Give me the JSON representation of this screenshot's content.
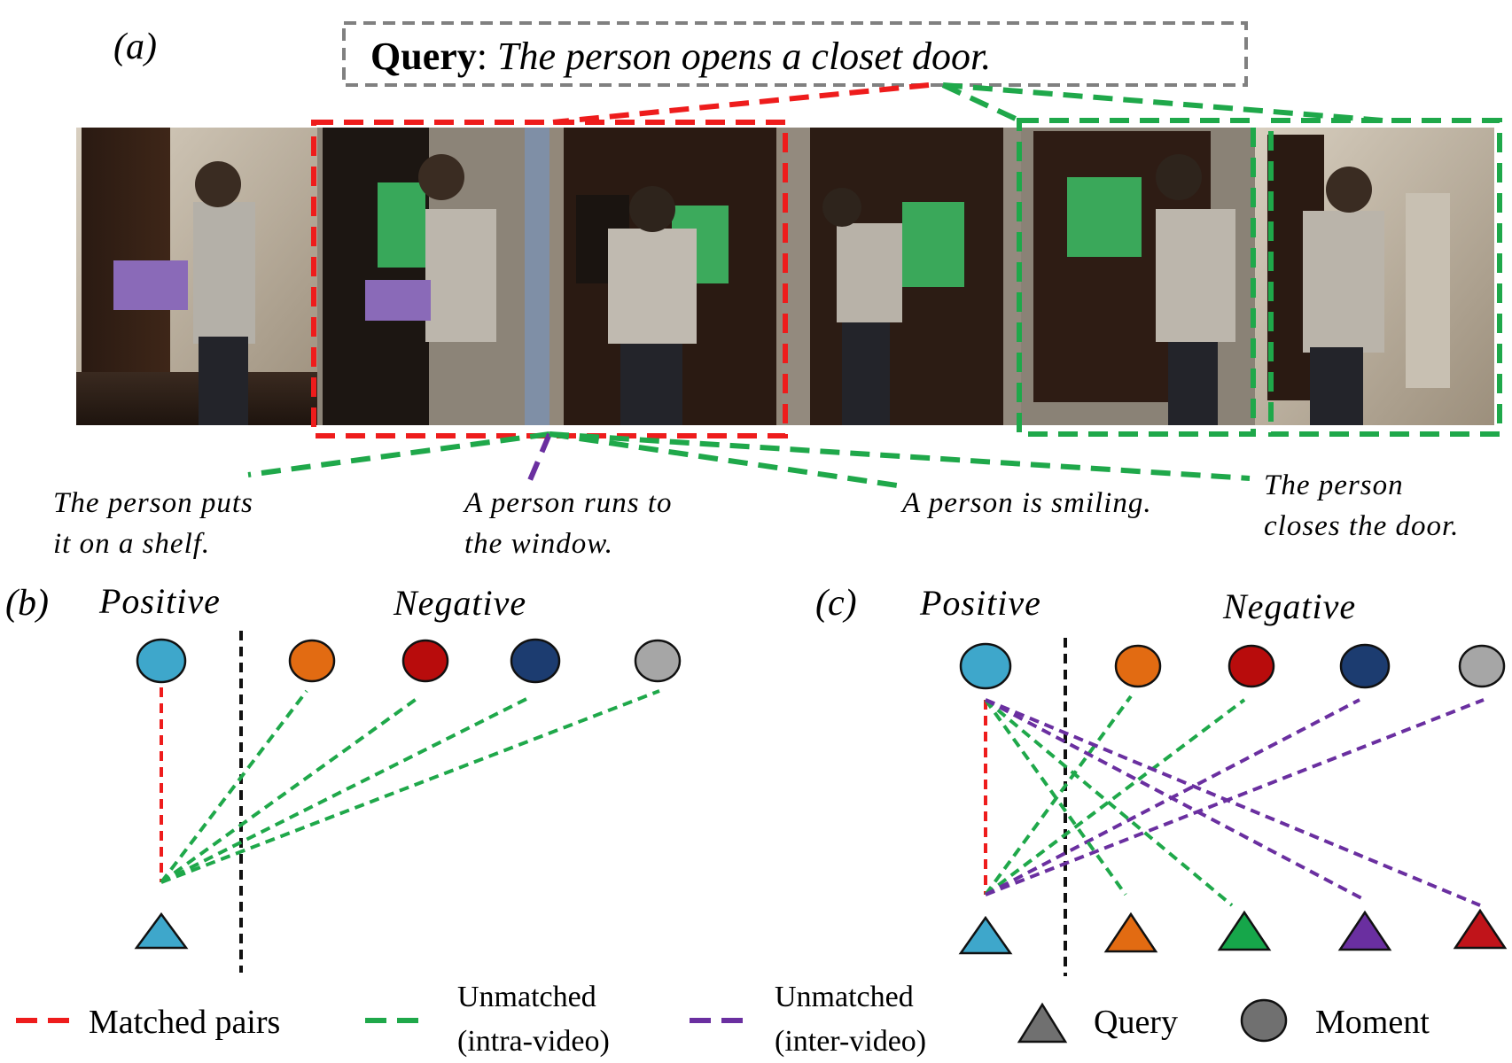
{
  "panel_a": {
    "label": "(a)",
    "query": {
      "prefix": "Query",
      "colon": ": ",
      "text": "The person opens a closet door."
    },
    "captions": {
      "c1_line1": "The person puts",
      "c1_line2": "it on a shelf.",
      "c2_line1": "A person runs to",
      "c2_line2": "the window.",
      "c3": "A person is smiling.",
      "c4_line1": "The person",
      "c4_line2": "closes the door."
    }
  },
  "panel_b": {
    "label": "(b)",
    "positive": "Positive",
    "negative": "Negative"
  },
  "panel_c": {
    "label": "(c)",
    "positive": "Positive",
    "negative": "Negative"
  },
  "legend": {
    "matched": "Matched pairs",
    "intra_line1": "Unmatched",
    "intra_line2": "(intra-video)",
    "inter_line1": "Unmatched",
    "inter_line2": "(inter-video)",
    "query": "Query",
    "moment": "Moment"
  },
  "colors": {
    "matched": "#ee1c1c",
    "intra": "#1fa84a",
    "inter": "#6a2fa0",
    "query_box": "#808080",
    "blue": "#3ea7cb",
    "orange": "#e26b12",
    "red": "#b80c0c",
    "navy": "#1c3c70",
    "gray": "#a6a6a6",
    "green": "#16a64a",
    "purple": "#6a2fa0",
    "dark_red": "#c0141a"
  }
}
